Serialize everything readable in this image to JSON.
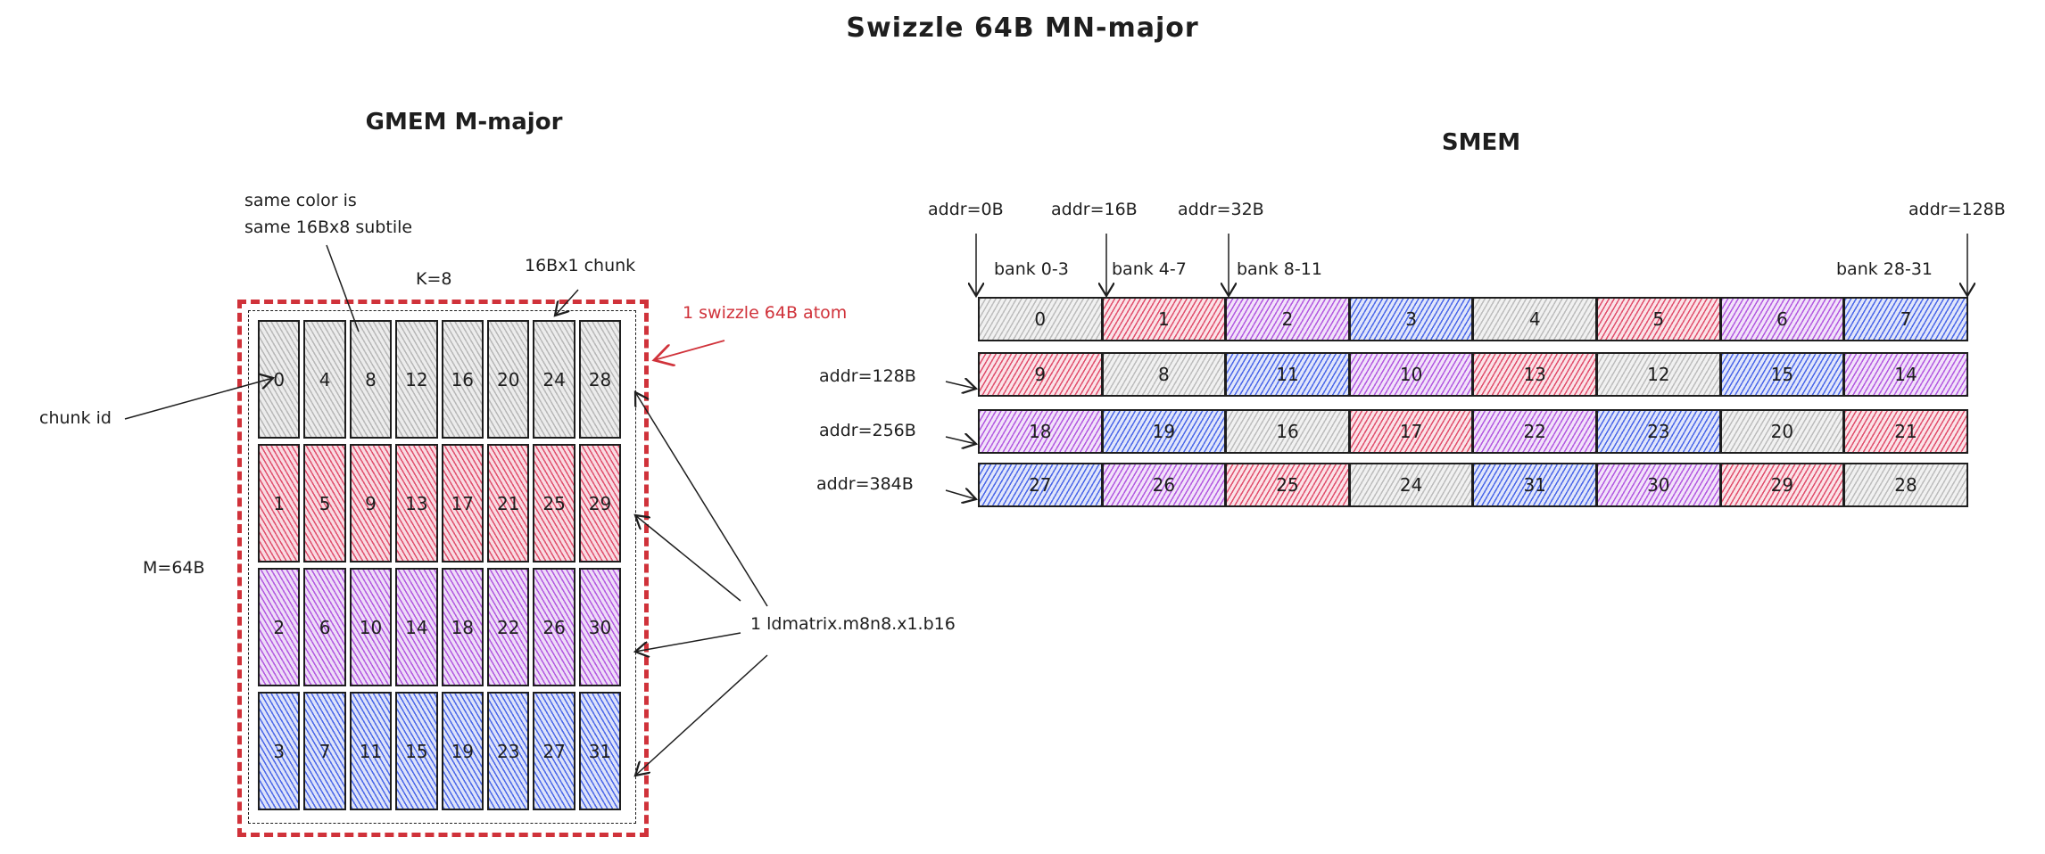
{
  "title": "Swizzle 64B MN-major",
  "gmem": {
    "heading": "GMEM M-major",
    "chunk_id_label": "chunk id",
    "m_label": "M=64B",
    "k_label": "K=8",
    "chunk_label": "16Bx1 chunk",
    "subtile_note_line1": "same color is",
    "subtile_note_line2": "same 16Bx8 subtile",
    "atom_label": "1 swizzle 64B atom",
    "ldmatrix_label": "1 ldmatrix.m8n8.x1.b16",
    "rows": [
      [
        0,
        4,
        8,
        12,
        16,
        20,
        24,
        28
      ],
      [
        1,
        5,
        9,
        13,
        17,
        21,
        25,
        29
      ],
      [
        2,
        6,
        10,
        14,
        18,
        22,
        26,
        30
      ],
      [
        3,
        7,
        11,
        15,
        19,
        23,
        27,
        31
      ]
    ]
  },
  "smem": {
    "heading": "SMEM",
    "top_addrs": [
      "addr=0B",
      "addr=16B",
      "addr=32B",
      "addr=128B"
    ],
    "banks": [
      "bank 0-3",
      "bank 4-7",
      "bank 8-11",
      "bank 28-31"
    ],
    "row_addrs": [
      "addr=128B",
      "addr=256B",
      "addr=384B"
    ],
    "rows": [
      [
        0,
        1,
        2,
        3,
        4,
        5,
        6,
        7
      ],
      [
        9,
        8,
        11,
        10,
        13,
        12,
        15,
        14
      ],
      [
        18,
        19,
        16,
        17,
        22,
        23,
        20,
        21
      ],
      [
        27,
        26,
        25,
        24,
        31,
        30,
        29,
        28
      ]
    ]
  },
  "colors": {
    "gray": "#bdbdbd",
    "red": "#e0506e",
    "purple": "#b35ae0",
    "blue": "#4c68e8",
    "atom": "#d0323a"
  }
}
